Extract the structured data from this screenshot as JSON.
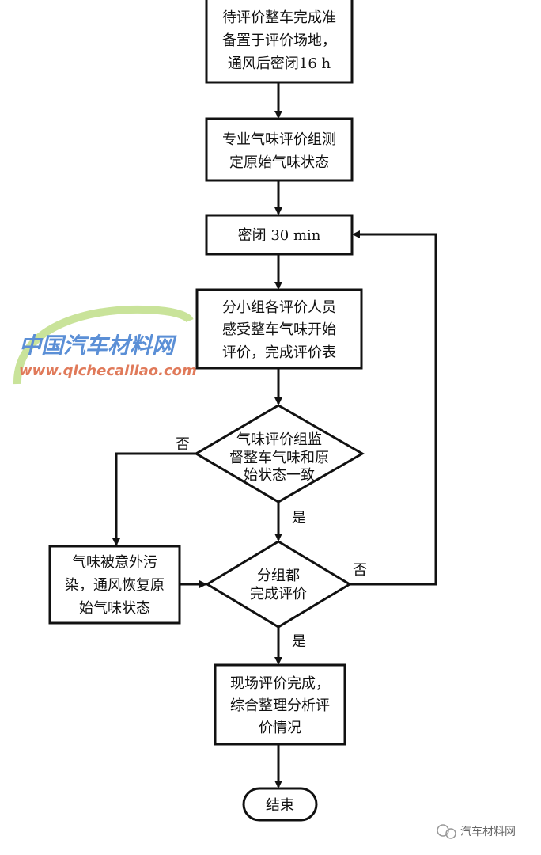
{
  "nodes": {
    "start": [
      "待评价整车完成准",
      "备置于评价场地，",
      "通风后密闭16 h"
    ],
    "baseline": [
      "专业气味评价组测",
      "定原始气味状态"
    ],
    "seal": [
      "密闭 30 min"
    ],
    "evaluate": [
      "分小组各评价人员",
      "感受整车气味开始",
      "评价，完成评价表"
    ],
    "check_consistent": [
      "气味评价组监",
      "督整车气味和原",
      "始状态一致"
    ],
    "all_done": [
      "分组都",
      "完成评价"
    ],
    "restore": [
      "气味被意外污",
      "染，通风恢复原",
      "始气味状态"
    ],
    "finish": [
      "现场评价完成，",
      "综合整理分析评",
      "价情况"
    ],
    "end": [
      "结束"
    ]
  },
  "edge_labels": {
    "no1": "否",
    "yes1": "是",
    "no2": "否",
    "yes2": "是"
  },
  "watermark": {
    "title": "中国汽车材料网",
    "url": "www.qichecailiao.com"
  },
  "logo": {
    "text": "汽车材料网"
  }
}
